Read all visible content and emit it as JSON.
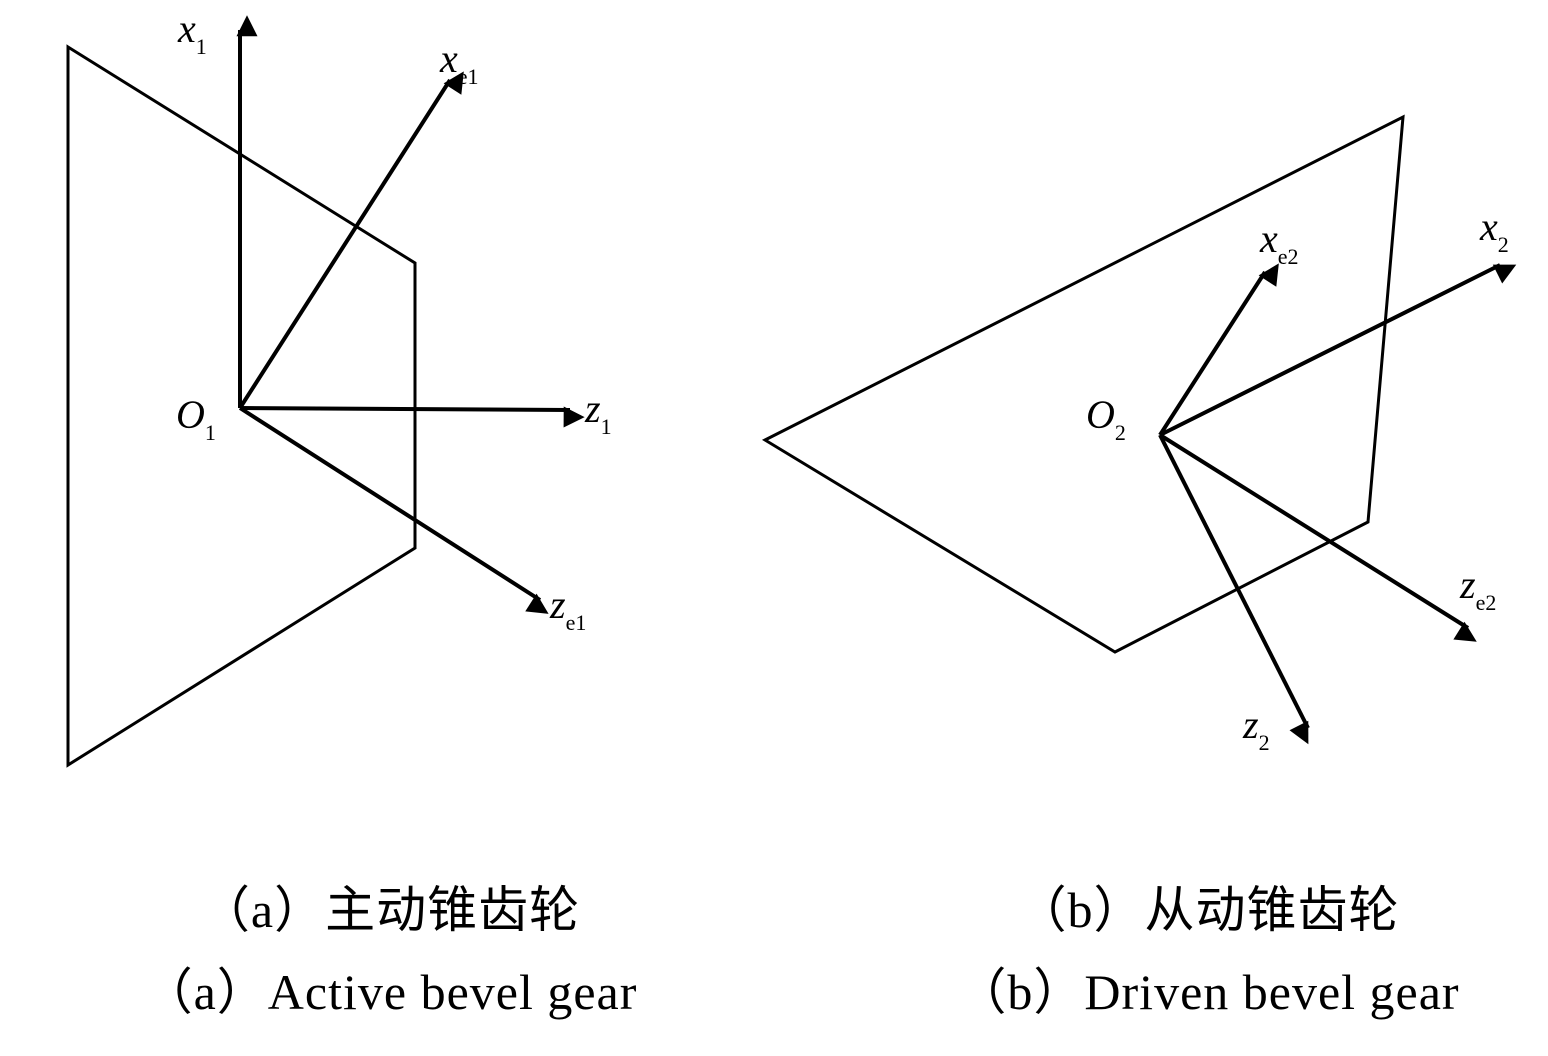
{
  "panel_a": {
    "labels": {
      "x1": {
        "main": "x",
        "sub": "1"
      },
      "xe1": {
        "main": "x",
        "sub": "e1"
      },
      "z1": {
        "main": "z",
        "sub": "1"
      },
      "ze1": {
        "main": "z",
        "sub": "e1"
      },
      "origin": {
        "main": "O",
        "sub": "1"
      }
    },
    "caption_cn": "（a）主动锥齿轮",
    "caption_en": "（a）Active bevel gear"
  },
  "panel_b": {
    "labels": {
      "x2": {
        "main": "x",
        "sub": "2"
      },
      "xe2": {
        "main": "x",
        "sub": "e2"
      },
      "z2": {
        "main": "z",
        "sub": "2"
      },
      "ze2": {
        "main": "z",
        "sub": "e2"
      },
      "origin": {
        "main": "O",
        "sub": "2"
      }
    },
    "caption_cn": "（b）从动锥齿轮",
    "caption_en": "（b）Driven bevel gear"
  }
}
